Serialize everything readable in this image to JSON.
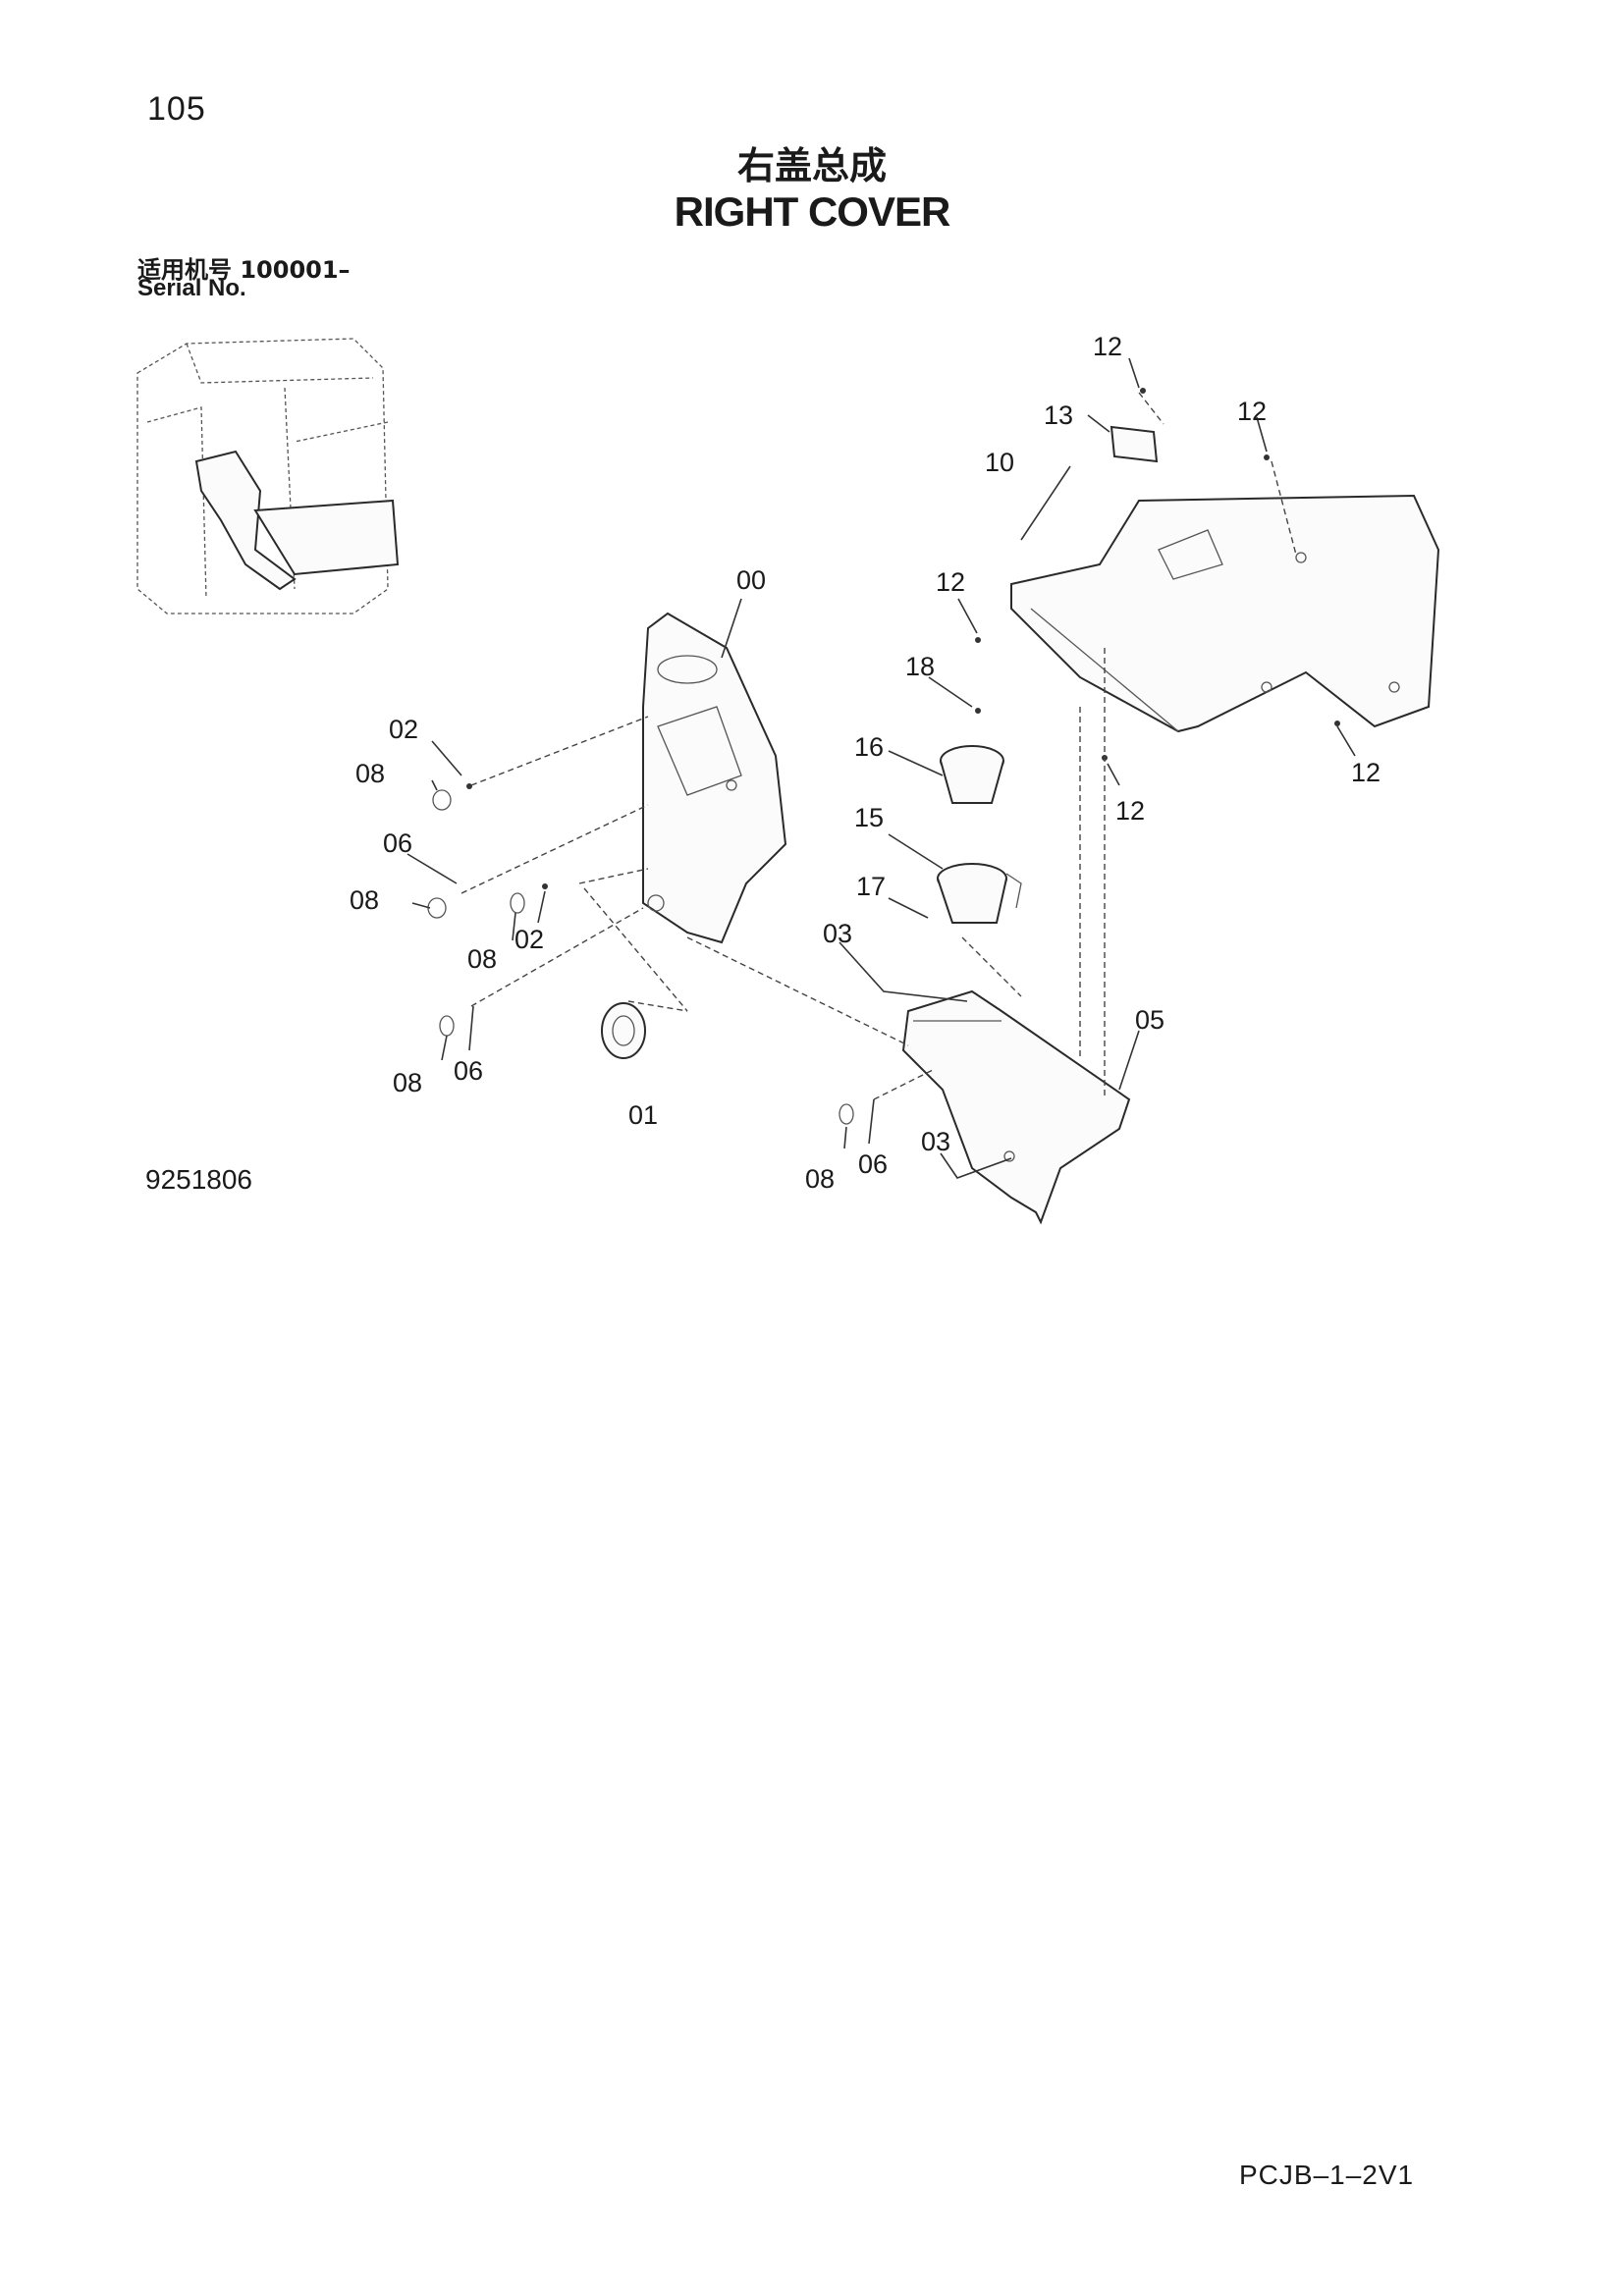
{
  "page_number": "105",
  "title_cn": "右盖总成",
  "title_en": "RIGHT COVER",
  "serial_cn": "适用机号  100001–",
  "serial_en": "Serial No.",
  "drawing_number": "9251806",
  "sheet_code": "PCJB–1–2V1",
  "callouts": {
    "c00": "00",
    "c01": "01",
    "c02a": "02",
    "c02b": "02",
    "c03a": "03",
    "c03b": "03",
    "c05": "05",
    "c06a": "06",
    "c06b": "06",
    "c06c": "06",
    "c08a": "08",
    "c08b": "08",
    "c08c": "08",
    "c08d": "08",
    "c08e": "08",
    "c10": "10",
    "c12a": "12",
    "c12b": "12",
    "c12c": "12",
    "c12d": "12",
    "c12e": "12",
    "c13": "13",
    "c15": "15",
    "c16": "16",
    "c17": "17",
    "c18": "18"
  }
}
